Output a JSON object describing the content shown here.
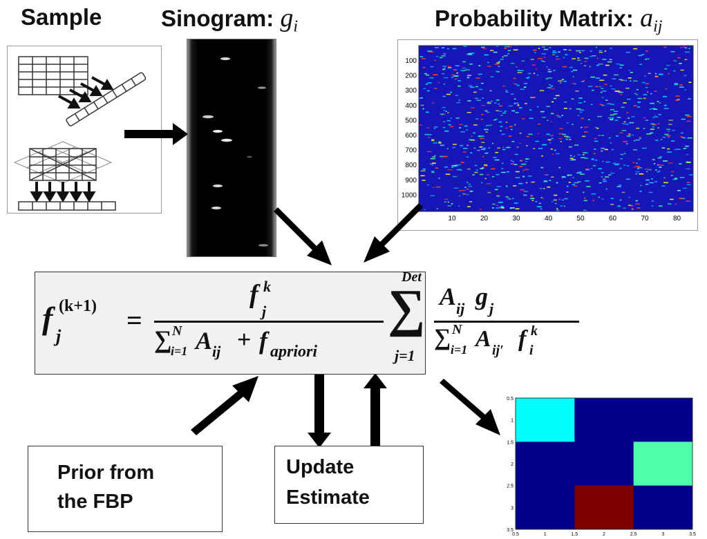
{
  "titles": {
    "sample": "Sample",
    "sinogram_prefix": "Sinogram:",
    "sinogram_symbol": "g",
    "sinogram_sub": "i",
    "matrix_prefix": "Probability Matrix:",
    "matrix_symbol": "a",
    "matrix_sub": "ij"
  },
  "formula": {
    "lhs": "f",
    "lhs_sub": "j",
    "lhs_sup": "(k+1)",
    "equals": "=",
    "numerator": "f",
    "numerator_sub": "j",
    "numerator_sup": "k",
    "denominator_sum": "∑",
    "denominator_sum_sub": "i=1",
    "denominator_sum_sup": "N",
    "denominator_term": "A",
    "denominator_term_sub": "ij",
    "plus": "+",
    "apriori": "f",
    "apriori_sub": "apriori",
    "big_sum": "∑",
    "big_sum_top": "Det",
    "big_sum_bottom": "j=1",
    "right_num_A": "A",
    "right_num_A_sub": "ij",
    "right_num_g": "g",
    "right_num_g_sub": "j",
    "right_den_sum": "∑",
    "right_den_sum_sub": "i=1",
    "right_den_sum_sup": "N",
    "right_den_A": "A",
    "right_den_A_sub": "ij′",
    "right_den_f": "f",
    "right_den_f_sub": "i",
    "right_den_f_sup": "k"
  },
  "boxes": {
    "prior_line1": "Prior  from",
    "prior_line2": "the FBP",
    "update_line1": "Update",
    "update_line2": "Estimate"
  },
  "matrix_plot": {
    "y_ticks": [
      "100",
      "200",
      "300",
      "400",
      "500",
      "600",
      "700",
      "800",
      "900",
      "1000"
    ],
    "x_ticks": [
      "10",
      "20",
      "30",
      "40",
      "50",
      "60",
      "70",
      "80"
    ]
  },
  "result_plot": {
    "y_ticks": [
      "0.5",
      "1",
      "1.5",
      "2",
      "2.5",
      "3",
      "3.5"
    ],
    "x_ticks": [
      "0.5",
      "1",
      "1.5",
      "2",
      "2.5",
      "3",
      "3.5"
    ],
    "cells": [
      [
        "#00ffff",
        "#00008b",
        "#00008b"
      ],
      [
        "#00008b",
        "#00008b",
        "#4dffaa"
      ],
      [
        "#00008b",
        "#7f0000",
        "#00008b"
      ]
    ]
  },
  "colors": {
    "matrix_bg": "#1616b8",
    "result_bg": "#00008b",
    "arrow": "#000000"
  }
}
